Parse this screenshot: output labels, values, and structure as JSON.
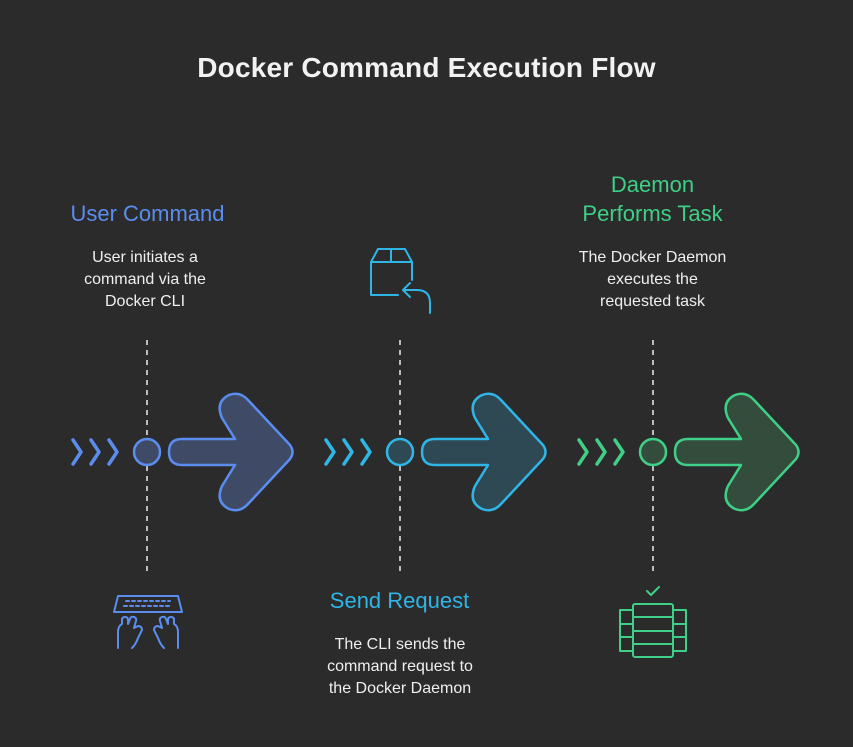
{
  "title": "Docker Command Execution Flow",
  "colors": {
    "background": "#2b2b2b",
    "step1": "#5b8dee",
    "step2": "#2fb5e6",
    "step3": "#3fcf86",
    "text": "#efefef"
  },
  "steps": [
    {
      "heading": "User Command",
      "description_lines": [
        "User initiates a",
        "command via the",
        "Docker CLI"
      ],
      "icon": "keyboard-typing-icon"
    },
    {
      "heading": "Send Request",
      "description_lines": [
        "The CLI sends the",
        "command request to",
        "the Docker Daemon"
      ],
      "icon": "package-return-icon"
    },
    {
      "heading_lines": [
        "Daemon",
        "Performs Task"
      ],
      "description_lines": [
        "The Docker Daemon",
        "executes the",
        "requested task"
      ],
      "icon": "server-check-icon"
    }
  ]
}
